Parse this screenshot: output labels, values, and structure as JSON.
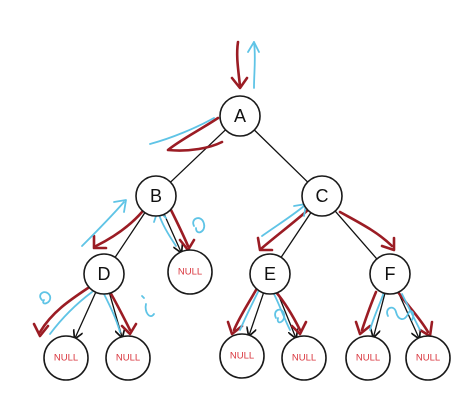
{
  "diagram": {
    "nodes": [
      {
        "id": "A",
        "label": "A",
        "kind": "node"
      },
      {
        "id": "B",
        "label": "B",
        "kind": "node"
      },
      {
        "id": "C",
        "label": "C",
        "kind": "node"
      },
      {
        "id": "D",
        "label": "D",
        "kind": "node"
      },
      {
        "id": "E",
        "label": "E",
        "kind": "node"
      },
      {
        "id": "F",
        "label": "F",
        "kind": "node"
      },
      {
        "id": "B_null_right",
        "label": "NULL",
        "kind": "null"
      },
      {
        "id": "D_null_left",
        "label": "NULL",
        "kind": "null"
      },
      {
        "id": "D_null_right",
        "label": "NULL",
        "kind": "null"
      },
      {
        "id": "E_null_left",
        "label": "NULL",
        "kind": "null"
      },
      {
        "id": "E_null_right",
        "label": "NULL",
        "kind": "null"
      },
      {
        "id": "F_null_left",
        "label": "NULL",
        "kind": "null"
      },
      {
        "id": "F_null_right",
        "label": "NULL",
        "kind": "null"
      }
    ],
    "edges": [
      {
        "from": "A",
        "to": "B"
      },
      {
        "from": "A",
        "to": "C"
      },
      {
        "from": "B",
        "to": "D"
      },
      {
        "from": "B",
        "to": "B_null_right"
      },
      {
        "from": "C",
        "to": "E"
      },
      {
        "from": "C",
        "to": "F"
      },
      {
        "from": "D",
        "to": "D_null_left"
      },
      {
        "from": "D",
        "to": "D_null_right"
      },
      {
        "from": "E",
        "to": "E_null_left"
      },
      {
        "from": "E",
        "to": "E_null_right"
      },
      {
        "from": "F",
        "to": "F_null_left"
      },
      {
        "from": "F",
        "to": "F_null_right"
      }
    ],
    "colors": {
      "null_text": "#d9363e",
      "node_text": "#111111",
      "red_annotation": "#9b1c24",
      "blue_annotation": "#5fc4e6"
    }
  }
}
